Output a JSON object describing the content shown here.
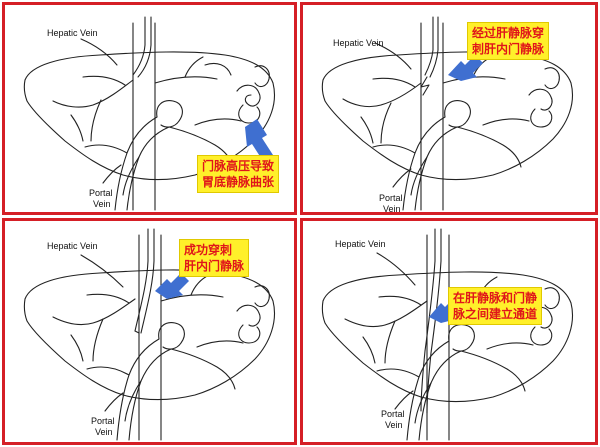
{
  "labels": {
    "hepatic_vein": "Hepatic Vein",
    "portal_vein_line1": "Portal",
    "portal_vein_line2": "Vein"
  },
  "panels": [
    {
      "callout": [
        "门脉高压导致",
        "胃底静脉曲张"
      ]
    },
    {
      "callout": [
        "经过肝静脉穿",
        "刺肝内门静脉"
      ]
    },
    {
      "callout": [
        "成功穿刺",
        "肝内门静脉"
      ]
    },
    {
      "callout": [
        "在肝静脉和门静",
        "脉之间建立通道"
      ]
    }
  ],
  "colors": {
    "frame": "#d51f26",
    "callout_bg": "#fff02a",
    "callout_text": "#e0161a",
    "arrow": "#3f6fd0"
  }
}
